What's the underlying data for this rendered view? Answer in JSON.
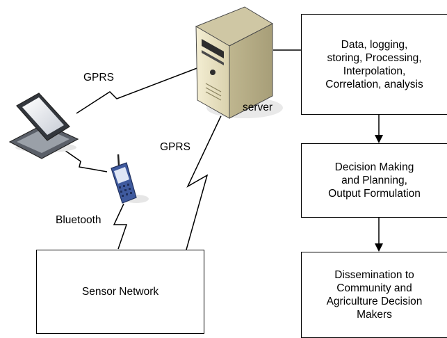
{
  "diagram": {
    "nodes": {
      "server_label": "server",
      "sensor_network": "Sensor Network",
      "processing": "Data, logging,\nstoring,  Processing,\nInterpolation,\nCorrelation, analysis",
      "decision": "Decision Making\nand Planning,\nOutput Formulation",
      "dissemination": "Dissemination to\nCommunity and\nAgriculture Decision\nMakers"
    },
    "links": {
      "laptop_server": "GPRS",
      "sensor_server": "GPRS",
      "sensor_phone": "Bluetooth"
    },
    "icons": [
      "server-icon",
      "laptop-icon",
      "mobile-phone-icon"
    ]
  }
}
